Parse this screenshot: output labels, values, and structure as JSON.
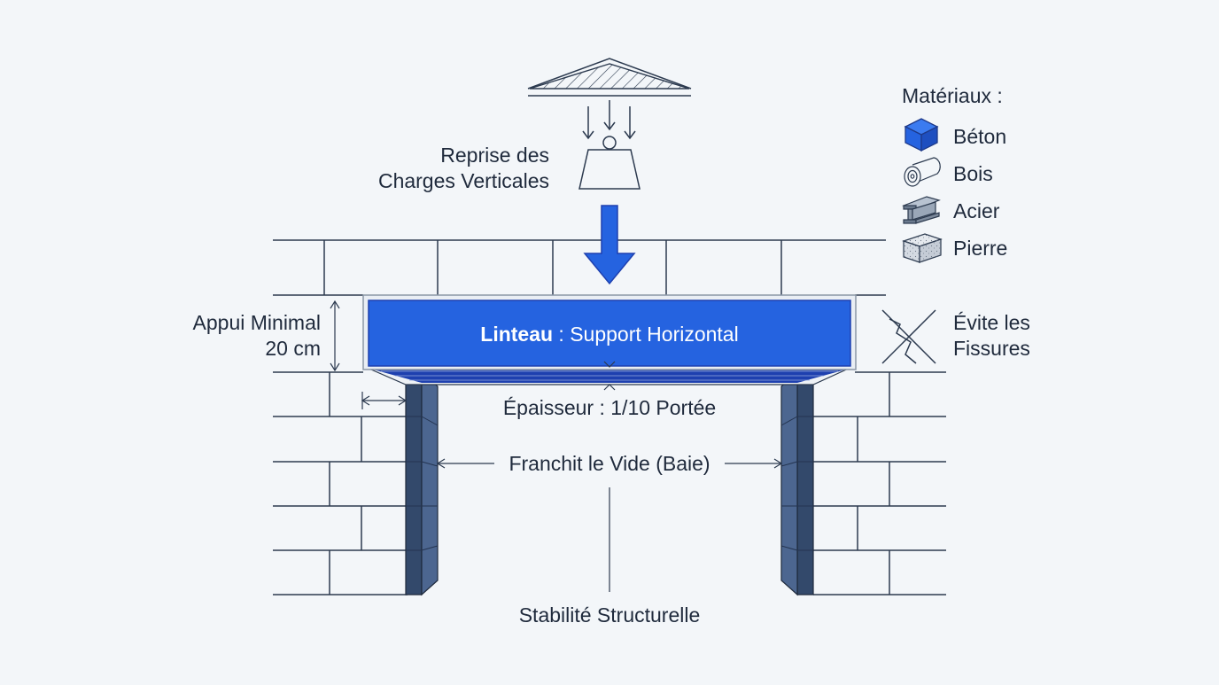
{
  "labels": {
    "charges_line1": "Reprise des",
    "charges_line2": "Charges Verticales",
    "appui_line1": "Appui Minimal",
    "appui_line2": "20 cm",
    "linteau_bold": "Linteau",
    "linteau_rest": " : Support Horizontal",
    "epaisseur": "Épaisseur : 1/10 Portée",
    "franchit": "Franchit le Vide (Baie)",
    "stabilite": "Stabilité Structurelle",
    "fissures_line1": "Évite les",
    "fissures_line2": "Fissures"
  },
  "legend": {
    "title": "Matériaux :",
    "items": [
      {
        "label": "Béton",
        "icon": "concrete-cube-icon"
      },
      {
        "label": "Bois",
        "icon": "wood-log-icon"
      },
      {
        "label": "Acier",
        "icon": "steel-beam-icon"
      },
      {
        "label": "Pierre",
        "icon": "stone-block-icon"
      }
    ]
  },
  "colors": {
    "accent_blue": "#2563e0",
    "beam_dark": "#1e40af",
    "jamb_blue": "#3f5a80",
    "line": "#2c3a4f",
    "background": "#f3f6f9"
  }
}
